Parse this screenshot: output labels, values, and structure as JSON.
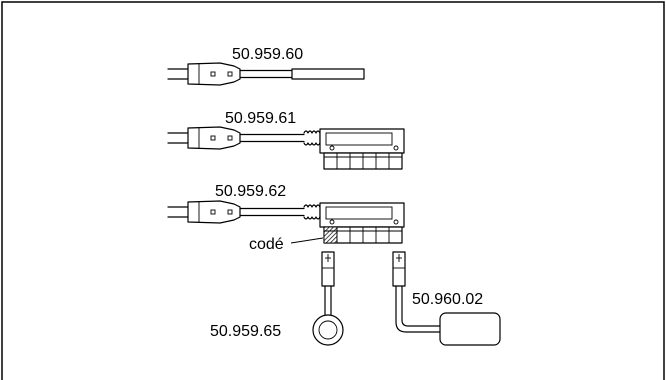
{
  "labels": {
    "cable_1": "50.959.60",
    "cable_2": "50.959.61",
    "cable_3": "50.959.62",
    "coded": "codé",
    "ring_sensor": "50.959.65",
    "module": "50.960.02"
  }
}
